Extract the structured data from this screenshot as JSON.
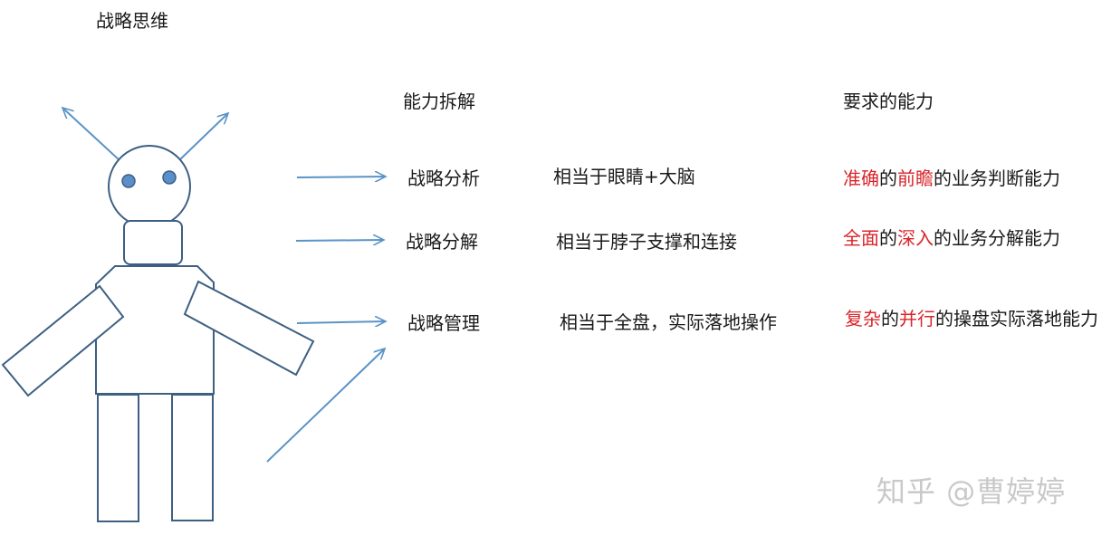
{
  "title": "战略思维",
  "headers": {
    "breakdown": "能力拆解",
    "required": "要求的能力"
  },
  "rows": [
    {
      "item": "战略分析",
      "analogy": "相当于眼睛+大脑",
      "ability": [
        {
          "text": "准确",
          "color": "#d9252a"
        },
        {
          "text": "的",
          "color": "#1a1a1a"
        },
        {
          "text": "前瞻",
          "color": "#d9252a"
        },
        {
          "text": "的业务判断能力",
          "color": "#1a1a1a"
        }
      ]
    },
    {
      "item": "战略分解",
      "analogy": "相当于脖子支撑和连接",
      "ability": [
        {
          "text": "全面",
          "color": "#d9252a"
        },
        {
          "text": "的",
          "color": "#1a1a1a"
        },
        {
          "text": "深入",
          "color": "#d9252a"
        },
        {
          "text": "的业务分解能力",
          "color": "#1a1a1a"
        }
      ]
    },
    {
      "item": "战略管理",
      "analogy": "相当于全盘，实际落地操作",
      "ability": [
        {
          "text": "复杂",
          "color": "#d9252a"
        },
        {
          "text": "的",
          "color": "#1a1a1a"
        },
        {
          "text": "并行",
          "color": "#d9252a"
        },
        {
          "text": "的操盘实际落地能力",
          "color": "#1a1a1a"
        }
      ]
    }
  ],
  "watermark": "知乎 @曹婷婷",
  "colors": {
    "outline": "#3d5f82",
    "arrow": "#5b93c7",
    "eye_fill": "#5b8fc9",
    "emphasis": "#d9252a"
  }
}
